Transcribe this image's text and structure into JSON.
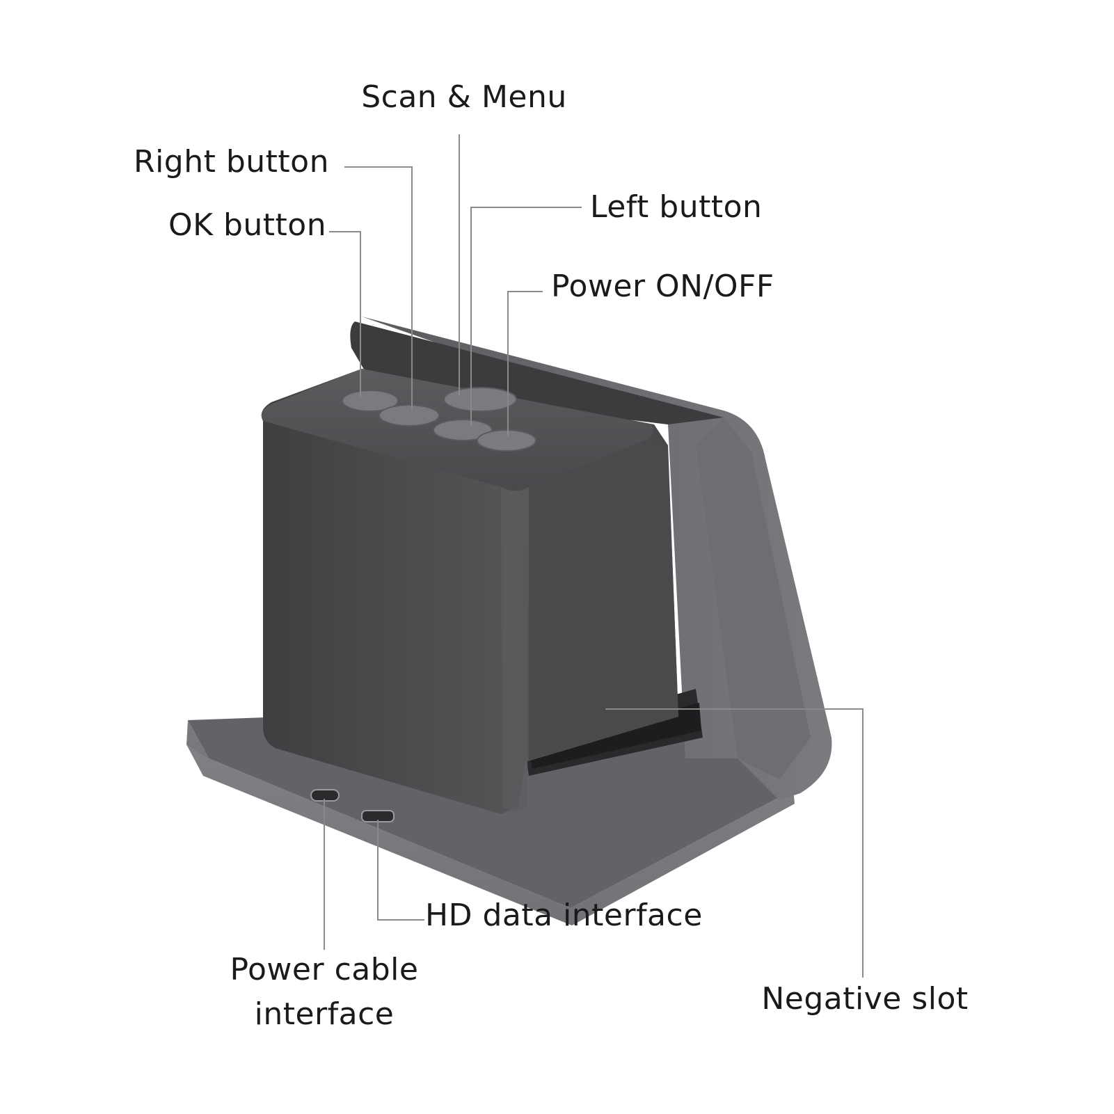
{
  "callouts": {
    "scan_menu": "Scan & Menu",
    "right_button": "Right button",
    "ok_button": "OK button",
    "left_button": "Left button",
    "power_onoff": "Power ON/OFF",
    "hd_data_interface": "HD data interface",
    "power_cable_line1": "Power cable",
    "power_cable_line2": "interface",
    "negative_slot": "Negative slot"
  },
  "colors": {
    "background": "#ffffff",
    "device_body": "#4e4e50",
    "base_tray": "#6f7074",
    "leader_line": "#8a8a8a"
  }
}
